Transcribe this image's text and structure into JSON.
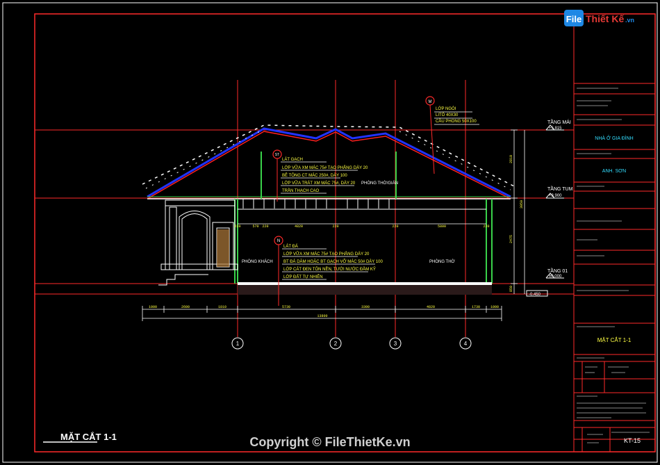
{
  "watermark_logo": {
    "main": "File",
    "accent": "Thiết Kế",
    "suffix": ".vn"
  },
  "copyright": "Copyright © FileThietKe.vn",
  "title_block": {
    "project_label": "NHÀ Ở GIA ĐÌNH",
    "owner_label": "ANH. SƠN",
    "sheet_title": "MẶT CẮT 1-1",
    "sheet_number": "KT-15"
  },
  "drawing": {
    "section_title": "MẶT CẮT 1-1",
    "levels": [
      {
        "name": "TẦNG MÁI",
        "value": "+5.815"
      },
      {
        "name": "TẦNG TUM",
        "value": "+3.900"
      },
      {
        "name": "TẦNG 01",
        "value": "±0.000"
      }
    ],
    "ground_level": "-0.450",
    "note_m": {
      "tag": "M",
      "lines": [
        "LỚP NGÓI",
        "LITÔ 40X30",
        "CẦU PHONG 50X100"
      ]
    },
    "note_st": {
      "tag": "ST",
      "lines": [
        "LÁT GẠCH",
        "LỚP VỮA XM MÁC 75# TẠO PHẲNG DÀY 20",
        "BÊ TÔNG CT MÁC 250#, DÀY 100",
        "LỚP VỮA TRÁT XM MÁC 75#, DÀY 20",
        "TRẦN THẠCH CAO"
      ]
    },
    "note_n": {
      "tag": "N",
      "lines": [
        "LÁT ĐÁ",
        "LỚP VỮA XM MÁC 75# TẠO PHẲNG DÀY 20",
        "BT ĐÁ DĂM HOẶC BT GẠCH VỠ MÁC 50# DÀY 100",
        "LỚP CÁT ĐEN TÔN NỀN, TƯỚI NƯỚC ĐẦM KỸ",
        "LỚP ĐẤT TỰ NHIÊN"
      ]
    },
    "rooms": [
      "PHÒNG KHÁCH",
      "PHÒNG THỜ",
      "PHÒNG THỜ/GIÁN"
    ],
    "dims_bottom": [
      "1000",
      "2600",
      "1810",
      "5730",
      "3300",
      "4820",
      "1730",
      "1000"
    ],
    "dim_total": "13800",
    "dims_top": [
      "220",
      "570",
      "220",
      "4820",
      "220",
      "220",
      "5800",
      "220"
    ],
    "axes": [
      "1",
      "2",
      "3",
      "4"
    ],
    "vertical_dims": [
      "2810",
      "3050",
      "2475",
      "850"
    ]
  },
  "colors": {
    "frame": "#ff2a2a",
    "border": "#ffffff",
    "roof_tile": "#ffffff",
    "rafter_blue": "#2233ff",
    "rafter_red": "#ff2020",
    "wall": "#39d24a",
    "axis": "#ff3030",
    "note_text": "#ffff44",
    "dim_text": "#ffff44",
    "logo_blue": "#1e88e5",
    "logo_red": "#e53935"
  }
}
